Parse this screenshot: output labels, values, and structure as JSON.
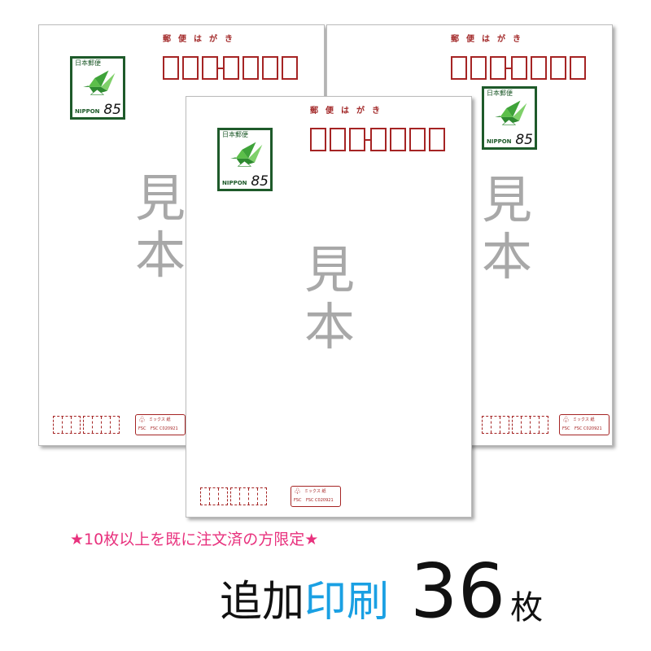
{
  "card": {
    "label": "郵便はがき",
    "stamp_title": "日本郵便",
    "stamp_country": "NIPPON",
    "stamp_value": "85",
    "sample_mark": "見本",
    "fsc_mark": "ミックス 紙",
    "fsc_logo": "FSC",
    "fsc_code": "FSC C020921"
  },
  "colors": {
    "postal_red": "#a52424",
    "stamp_green": "#1e5a2a",
    "notice_pink": "#e8317d",
    "accent_blue": "#1aa0e3"
  },
  "notice": "★10枚以上を既に注文済の方限定★",
  "headline": {
    "part1": "追加",
    "part2": "印刷",
    "count": "36",
    "unit": "枚"
  }
}
